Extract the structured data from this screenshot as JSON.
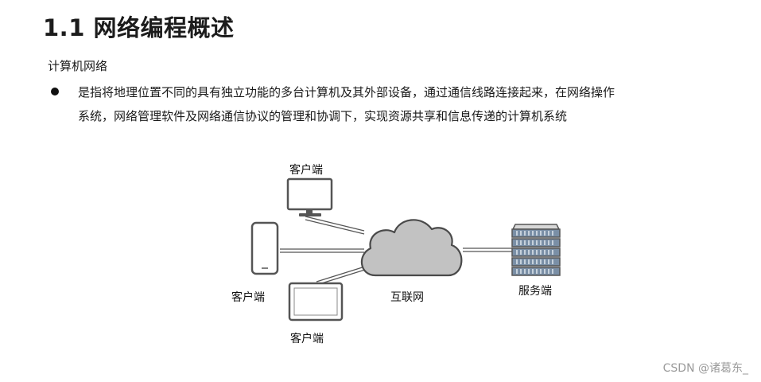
{
  "heading": "1.1 网络编程概述",
  "subheading": "计算机网络",
  "bullet": {
    "line1": "是指将地理位置不同的具有独立功能的多台计算机及其外部设备，通过通信线路连接起来，在网络操作",
    "line2": "系统，网络管理软件及网络通信协议的管理和协调下，实现资源共享和信息传递的计算机系统"
  },
  "diagram": {
    "client_top_label": "客户端",
    "client_left_label": "客户端",
    "client_bottom_label": "客户端",
    "internet_label": "互联网",
    "server_label": "服务端",
    "icons": [
      "monitor-icon",
      "phone-icon",
      "tablet-icon",
      "cloud-icon",
      "server-rack-icon"
    ]
  },
  "watermark": "CSDN @诸葛东_"
}
